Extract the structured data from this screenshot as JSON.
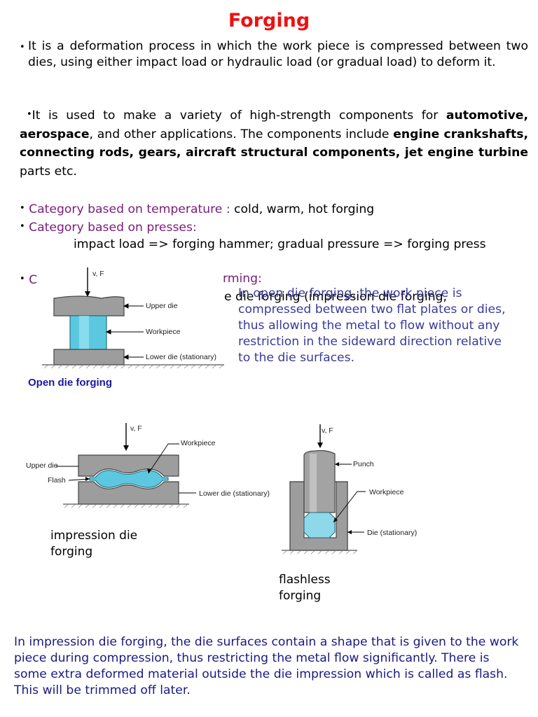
{
  "title": "Forging",
  "bullet1": "It is a deformation process in which the work piece is compressed between two dies, using either impact load or hydraulic load (or gradual load) to deform it.",
  "bullet2": {
    "p1": "It is used to make a variety of high-strength components for ",
    "b1": "automotive, aerospace",
    "p2": ", and other applications. The components include ",
    "b2": "engine crankshafts, connecting rods, gears, aircraft structural components, jet engine turbine",
    "p3": " parts etc."
  },
  "bullet3": {
    "label": "Category based on temperature : ",
    "value": "cold, warm, hot forging"
  },
  "bullet4": {
    "label": "Category based on presses:",
    "line": "impact load => forging hammer;  gradual pressure => forging press"
  },
  "bullet5": {
    "label_start": "C",
    "label_end": "rming:",
    "value_fragment": "e die forging (impression die forging,"
  },
  "open_die": {
    "description": "In open die forging, the work piece is compressed between two flat plates or dies, thus allowing the metal to flow without any restriction in the sideward direction relative to the die surfaces.",
    "caption": "Open die forging",
    "labels": {
      "force": "v, F",
      "upper": "Upper die",
      "work": "Workpiece",
      "lower": "Lower die (stationary)"
    }
  },
  "impression_die": {
    "caption": "impression die forging",
    "labels": {
      "force": "v, F",
      "work": "Workpiece",
      "upper": "Upper die",
      "flash": "Flash",
      "lower": "Lower die (stationary)"
    }
  },
  "flashless": {
    "caption": "flashless forging",
    "labels": {
      "force": "v, F",
      "punch": "Punch",
      "work": "Workpiece",
      "die": "Die (stationary)"
    }
  },
  "bottom_text": "In impression die forging, the die surfaces contain a shape that is given to the work piece during compression, thus restricting the metal flow significantly. There is some extra deformed material outside the die impression which is called as flash. This will be trimmed off later.",
  "colors": {
    "title": "#ee1111",
    "category": "#7a1b7a",
    "description": "#3a3a9a",
    "bottom": "#1a1a80",
    "workpiece": "#5bc8e0",
    "die": "#a0a0a0"
  }
}
